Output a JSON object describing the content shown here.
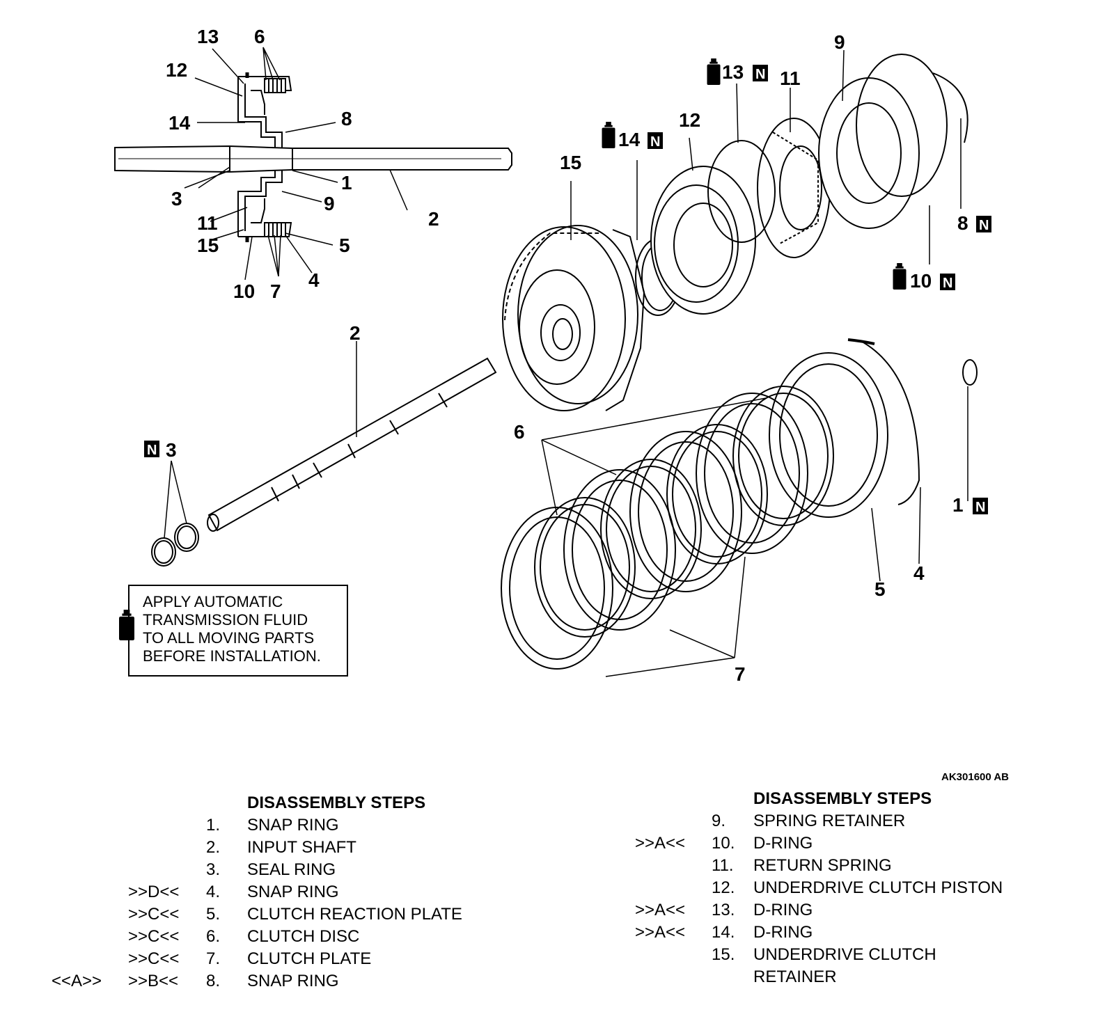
{
  "document_code": "AK301600 AB",
  "callouts": {
    "small": [
      "13",
      "6",
      "12",
      "14",
      "8",
      "3",
      "1",
      "9",
      "2",
      "11",
      "15",
      "5",
      "10",
      "7",
      "4"
    ],
    "large": [
      "9",
      "13",
      "11",
      "12",
      "14",
      "15",
      "8",
      "10",
      "2",
      "3",
      "6",
      "1",
      "4",
      "5",
      "7"
    ],
    "new_part_letter": "N"
  },
  "note": {
    "lines": [
      "APPLY AUTOMATIC",
      "TRANSMISSION FLUID",
      "TO ALL MOVING PARTS",
      "BEFORE INSTALLATION."
    ]
  },
  "steps_left": {
    "title": "DISASSEMBLY STEPS",
    "items": [
      {
        "pre": "",
        "mark": "",
        "num": "1.",
        "name": "SNAP RING"
      },
      {
        "pre": "",
        "mark": "",
        "num": "2.",
        "name": "INPUT SHAFT"
      },
      {
        "pre": "",
        "mark": "",
        "num": "3.",
        "name": "SEAL RING"
      },
      {
        "pre": "",
        "mark": ">>D<<",
        "num": "4.",
        "name": "SNAP RING"
      },
      {
        "pre": "",
        "mark": ">>C<<",
        "num": "5.",
        "name": "CLUTCH REACTION PLATE"
      },
      {
        "pre": "",
        "mark": ">>C<<",
        "num": "6.",
        "name": "CLUTCH DISC"
      },
      {
        "pre": "",
        "mark": ">>C<<",
        "num": "7.",
        "name": "CLUTCH PLATE"
      },
      {
        "pre": "<<A>>",
        "mark": ">>B<<",
        "num": "8.",
        "name": "SNAP RING"
      }
    ]
  },
  "steps_right": {
    "title": "DISASSEMBLY STEPS",
    "items": [
      {
        "mark": "",
        "num": "9.",
        "name": "SPRING RETAINER"
      },
      {
        "mark": ">>A<<",
        "num": "10.",
        "name": "D-RING"
      },
      {
        "mark": "",
        "num": "11.",
        "name": "RETURN SPRING"
      },
      {
        "mark": "",
        "num": "12.",
        "name": "UNDERDRIVE CLUTCH PISTON"
      },
      {
        "mark": ">>A<<",
        "num": "13.",
        "name": "D-RING"
      },
      {
        "mark": ">>A<<",
        "num": "14.",
        "name": "D-RING"
      },
      {
        "mark": "",
        "num": "15.",
        "name": "UNDERDRIVE CLUTCH"
      },
      {
        "mark": "",
        "num": "",
        "name": "RETAINER"
      }
    ]
  }
}
